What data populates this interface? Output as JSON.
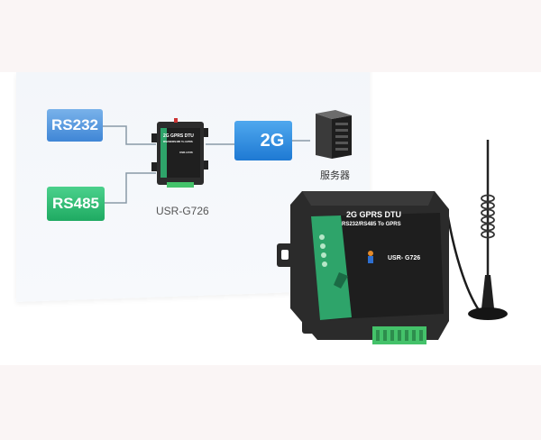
{
  "diagram": {
    "rs232_label": "RS232",
    "rs485_label": "RS485",
    "network_label": "2G",
    "server_label": "服务器",
    "device_model": "USR-G726",
    "small_device_title": "2G GPRS DTU",
    "small_device_sub": "RS232/RS485 To GPRS",
    "small_device_model": "USR-G726"
  },
  "product": {
    "title": "2G GPRS DTU",
    "subtitle": "RS232/RS485 To GPRS",
    "model": "USR- G726"
  },
  "colors": {
    "rs232": "#4f95dd",
    "rs485": "#2fbd72",
    "network": "#2b87dc",
    "device_body": "#2d2d2d",
    "device_accent": "#2ea46a",
    "terminal": "#44c26a"
  }
}
